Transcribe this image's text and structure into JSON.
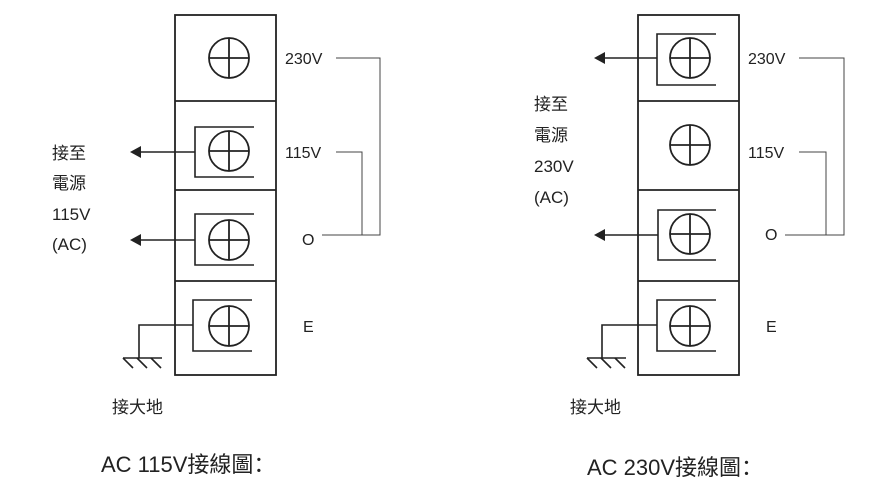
{
  "diagrams": [
    {
      "id": "ac115",
      "caption": "AC 115V接線圖：",
      "terminals": [
        {
          "label": "230V",
          "connected_to_supply": false
        },
        {
          "label": "115V",
          "connected_to_supply": true
        },
        {
          "label": "O",
          "connected_to_supply": true
        },
        {
          "label": "E",
          "connected_to_ground": true
        }
      ],
      "supply_label": [
        "接至",
        "電源",
        "115V",
        "(AC)"
      ],
      "ground_label": "接大地",
      "bracket": "115V-O"
    },
    {
      "id": "ac230",
      "caption": "AC 230V接線圖：",
      "terminals": [
        {
          "label": "230V",
          "connected_to_supply": true
        },
        {
          "label": "115V",
          "connected_to_supply": false
        },
        {
          "label": "O",
          "connected_to_supply": true
        },
        {
          "label": "E",
          "connected_to_ground": true
        }
      ],
      "supply_label": [
        "接至",
        "電源",
        "230V",
        "(AC)"
      ],
      "ground_label": "接大地",
      "bracket": "115V-O"
    }
  ]
}
